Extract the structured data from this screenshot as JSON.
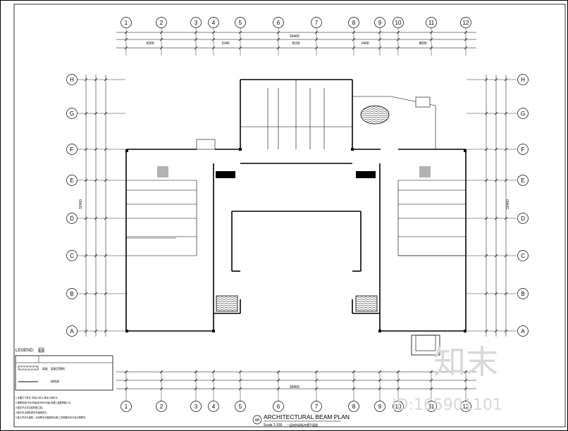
{
  "grid": {
    "columns": [
      "1",
      "2",
      "3",
      "4",
      "5",
      "6",
      "7",
      "8",
      "9",
      "10",
      "11",
      "12"
    ],
    "rows": [
      "A",
      "B",
      "C",
      "D",
      "E",
      "F",
      "G",
      "H"
    ]
  },
  "dimensions": {
    "top_total": "36400",
    "bottom_total": "36400",
    "top_segments": [
      "6300",
      "2240",
      "9100",
      "2400",
      "8890"
    ],
    "left_total": "32400",
    "right_total": "32400"
  },
  "title": {
    "tag": "AB",
    "main": "ARCHITECTURAL BEAM PLAN",
    "scale": "Scale 1:150",
    "cn": "一层结构梁板布置平面图"
  },
  "legend": {
    "heading": "LEGEND:",
    "heading_cn": "图例",
    "header_cells": [
      "",
      ""
    ],
    "rows": [
      {
        "cn": "梁板",
        "desc": "梁板范围线"
      },
      {
        "cn": "",
        "desc": "结构线"
      }
    ]
  },
  "notes": [
    "1.本图尺寸单位: 标高以米计,其余以毫米计。",
    "2.钢筋采用HPB235级及HRB335级,混凝土强度等级C25。",
    "3.梁柱节点详见结构施工图。",
    "4.图中未注明的梁均为轴线居中。",
    "5.施工时请与建筑、水电等专业图纸配合施工,如有疑问请与设计院联系。"
  ],
  "watermark": {
    "logo_text": "知末",
    "id_text": "ID:165901101"
  }
}
